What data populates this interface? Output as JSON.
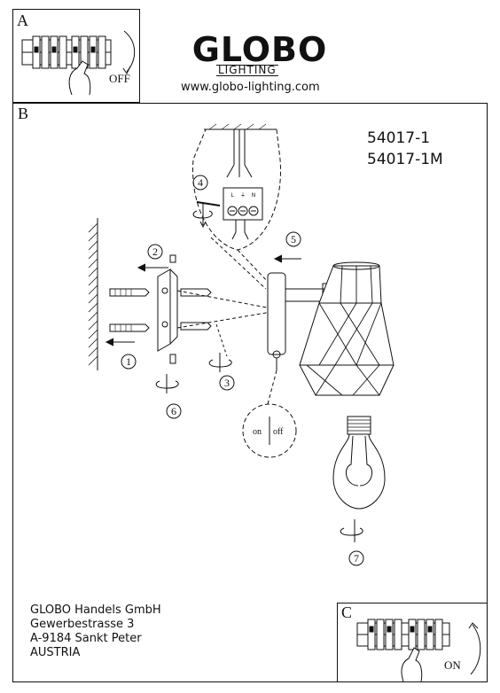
{
  "panels": {
    "a_label": "A",
    "b_label": "B",
    "c_label": "C",
    "a_switch_text": "OFF",
    "c_switch_text": "ON"
  },
  "brand": {
    "logo_text": "GLOBO",
    "logo_sub": "LIGHTING",
    "url": "www.globo-lighting.com"
  },
  "models": [
    "54017-1",
    "54017-1M"
  ],
  "address": [
    "GLOBO Handels GmbH",
    "Gewerbestrasse 3",
    "A-9184 Sankt Peter",
    "AUSTRIA"
  ],
  "switch_labels": {
    "on": "on",
    "off": "off"
  },
  "terminal_labels": [
    "L",
    "⏚",
    "N"
  ],
  "step_numbers": [
    "1",
    "2",
    "3",
    "4",
    "5",
    "6",
    "7"
  ]
}
